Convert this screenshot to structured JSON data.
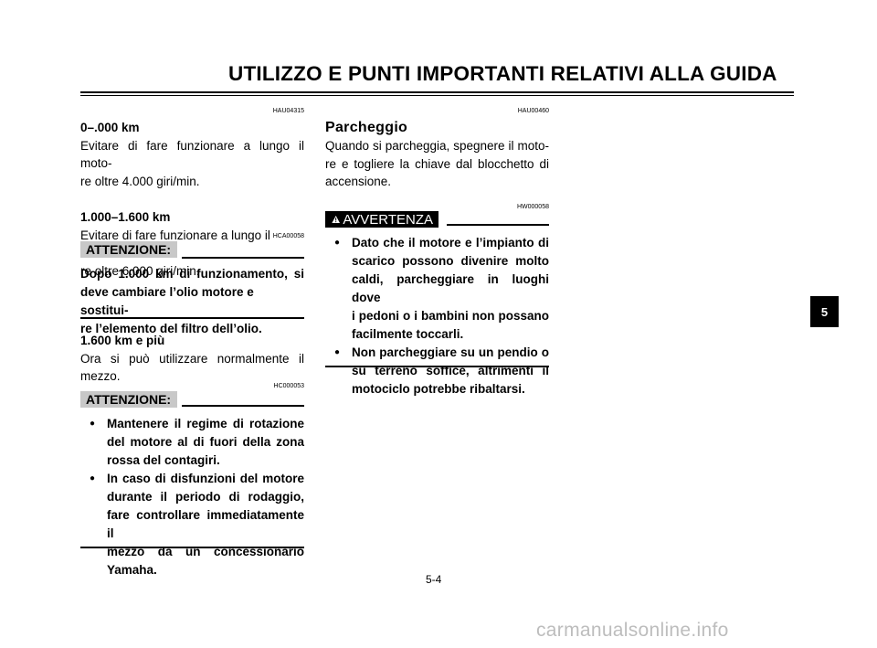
{
  "header": {
    "title": "UTILIZZO E PUNTI IMPORTANTI RELATIVI ALLA GUIDA"
  },
  "left": {
    "code1": "HAU04315",
    "h1": "0–.000 km",
    "p1": [
      "Evitare di fare funzionare a lungo il moto-",
      "re oltre 4.000 giri/min."
    ],
    "h2": "1.000–1.600 km",
    "p2": [
      "Evitare di fare funzionare a lungo il moto-",
      "re oltre 6.000 giri/min."
    ],
    "code2": "HCA00058",
    "caution1_label": "ATTENZIONE:",
    "caution1_text": [
      "Dopo 1.000 km di funzionamento, si",
      "deve cambiare l’olio motore e sostitui-",
      "re l’elemento del filtro dell’olio."
    ],
    "h3": "1.600 km e più",
    "p3": [
      "Ora si può utilizzare normalmente il",
      "mezzo."
    ],
    "code3": "HC000053",
    "caution2_label": "ATTENZIONE:",
    "bullets": [
      [
        "Mantenere il regime di rotazione",
        "del motore al di fuori della zona",
        "rossa del contagiri."
      ],
      [
        "In caso di disfunzioni del motore",
        "durante il periodo di rodaggio,",
        "fare controllare immediatamente il",
        "mezzo da un concessionario",
        "Yamaha."
      ]
    ]
  },
  "right": {
    "code1": "HAU00460",
    "section_title": "Parcheggio",
    "p1": [
      "Quando si parcheggia, spegnere il moto-",
      "re e togliere la chiave dal blocchetto di",
      "accensione."
    ],
    "code2": "HW000058",
    "warning_label": "AVVERTENZA",
    "bullets": [
      [
        "Dato che il motore e l’impianto di",
        "scarico possono divenire molto",
        "caldi, parcheggiare in luoghi dove",
        "i pedoni o i bambini non possano",
        "facilmente toccarli."
      ],
      [
        "Non parcheggiare su un pendio o",
        "su terreno soffice, altrimenti il",
        "motociclo potrebbe ribaltarsi."
      ]
    ]
  },
  "tab": {
    "chapter": "5"
  },
  "footer": {
    "page_number": "5-4"
  },
  "watermark": "carmanualsonline.info",
  "icons": {
    "warning": "warning-triangle-icon"
  }
}
